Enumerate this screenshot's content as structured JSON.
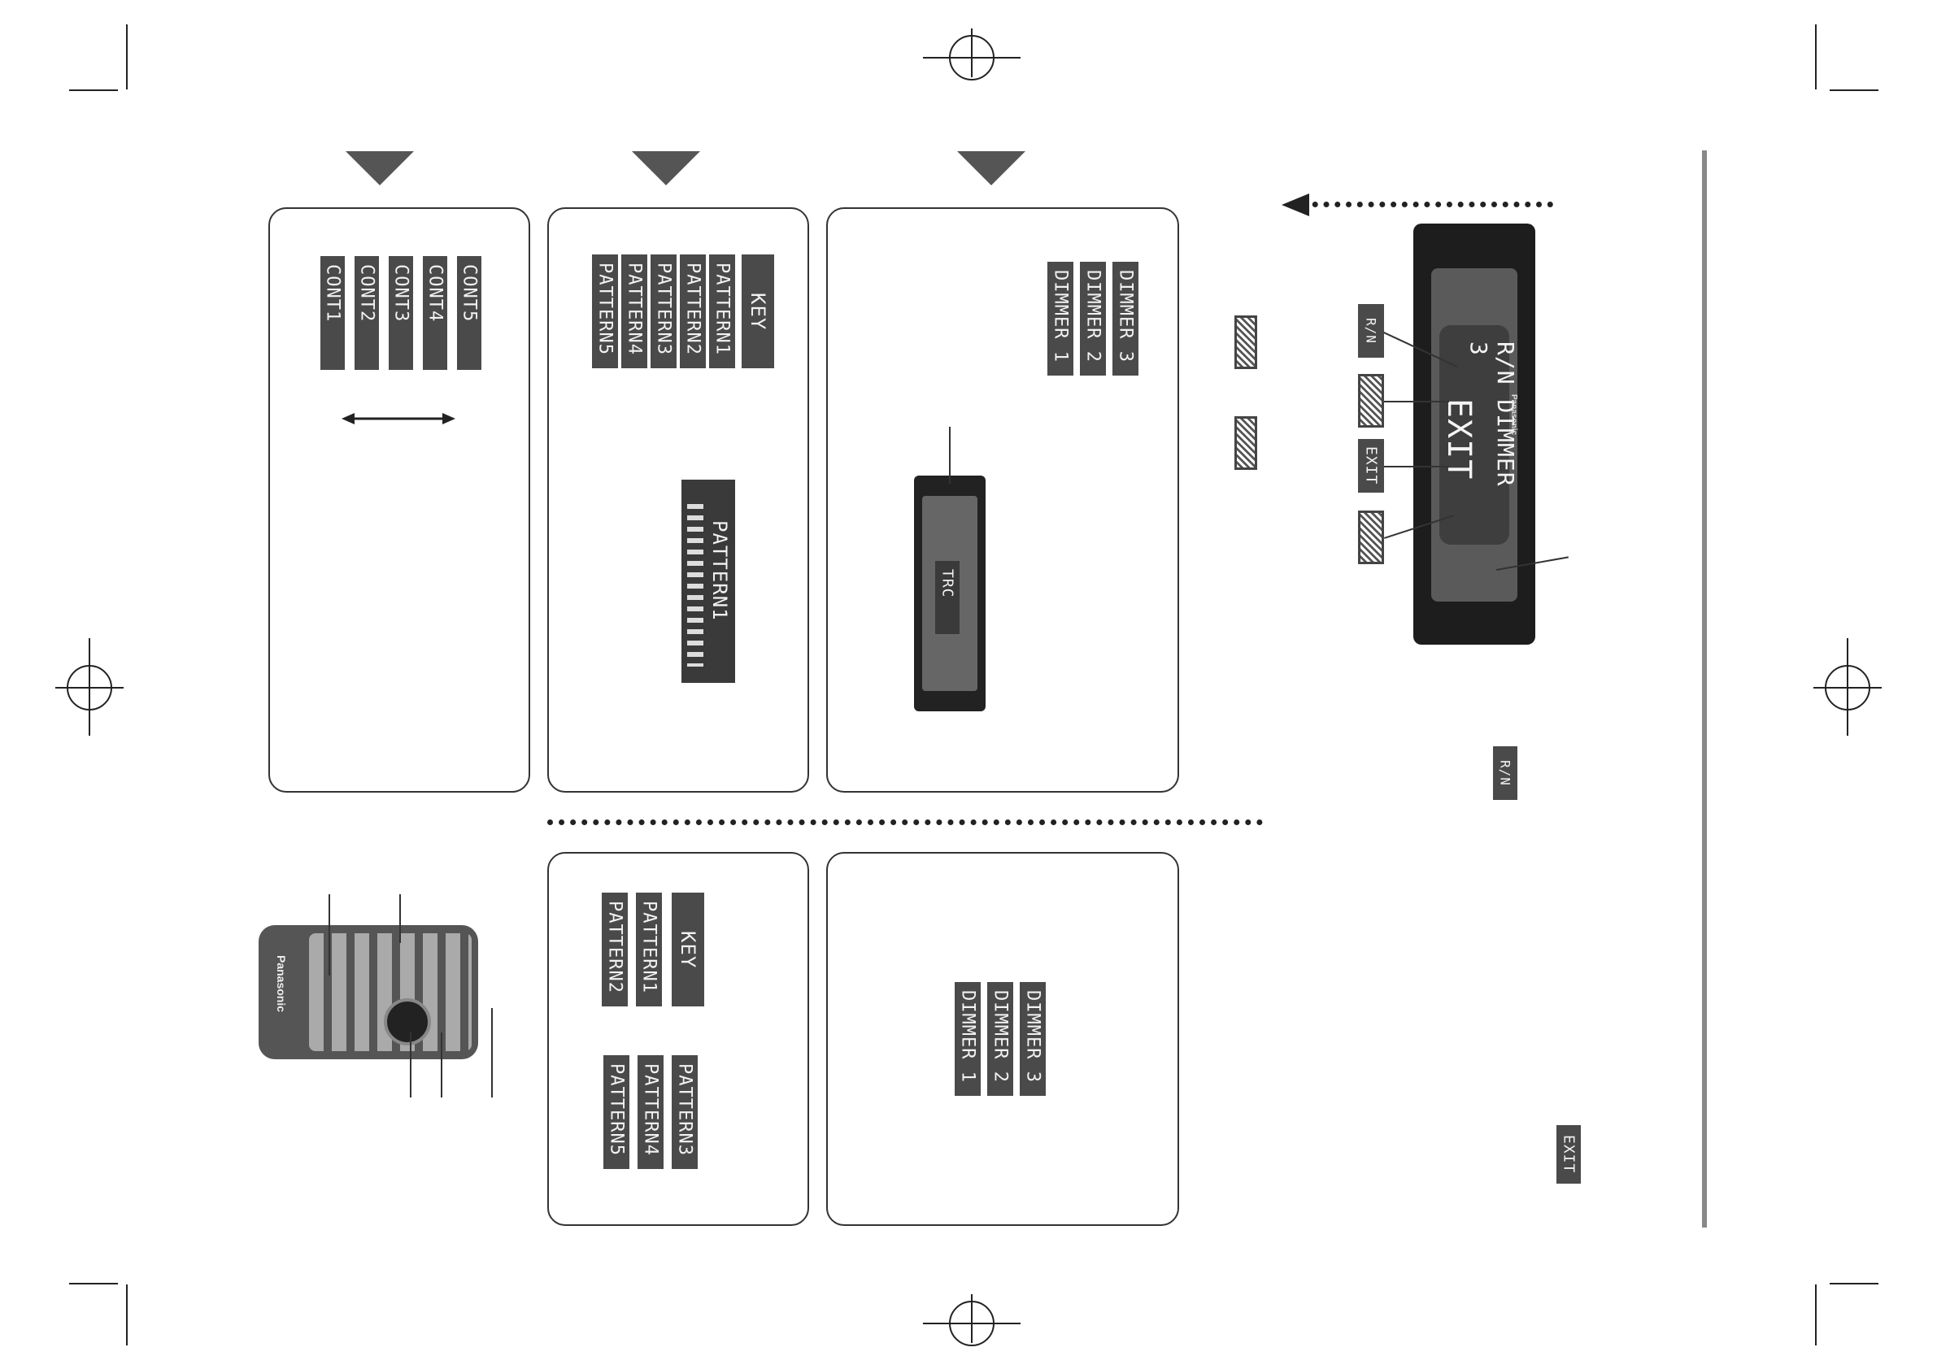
{
  "panels": {
    "cont": {
      "labels": [
        "CONT5",
        "CONT4",
        "CONT3",
        "CONT2",
        "CONT1"
      ]
    },
    "key_pattern": {
      "key": "KEY",
      "patterns": [
        "PATTERN1",
        "PATTERN2",
        "PATTERN3",
        "PATTERN4",
        "PATTERN5"
      ],
      "display_text": "PATTERN1"
    },
    "dimmer": {
      "labels": [
        "DIMMER 3",
        "DIMMER 2",
        "DIMMER 1"
      ],
      "display_text": "TRC"
    },
    "key_pattern_remote": {
      "key": "KEY",
      "col1": [
        "PATTERN1",
        "PATTERN2"
      ],
      "col2": [
        "PATTERN3",
        "PATTERN4",
        "PATTERN5"
      ]
    },
    "dimmer_remote": {
      "labels": [
        "DIMMER 3",
        "DIMMER 2",
        "DIMMER 1"
      ]
    }
  },
  "head_unit": {
    "display_line1": "R/N DIMMER 3",
    "display_line2": "EXIT",
    "brand": "Panasonic",
    "side_buttons": [
      "R/N",
      "EXIT"
    ]
  },
  "remote": {
    "brand": "Panasonic"
  },
  "margin_labels": {
    "rn": "R/N",
    "exit": "EXIT"
  },
  "icons": [
    "down-arrow-icon",
    "up-arrow-icon",
    "double-arrow-icon",
    "left-arrow-icon"
  ]
}
